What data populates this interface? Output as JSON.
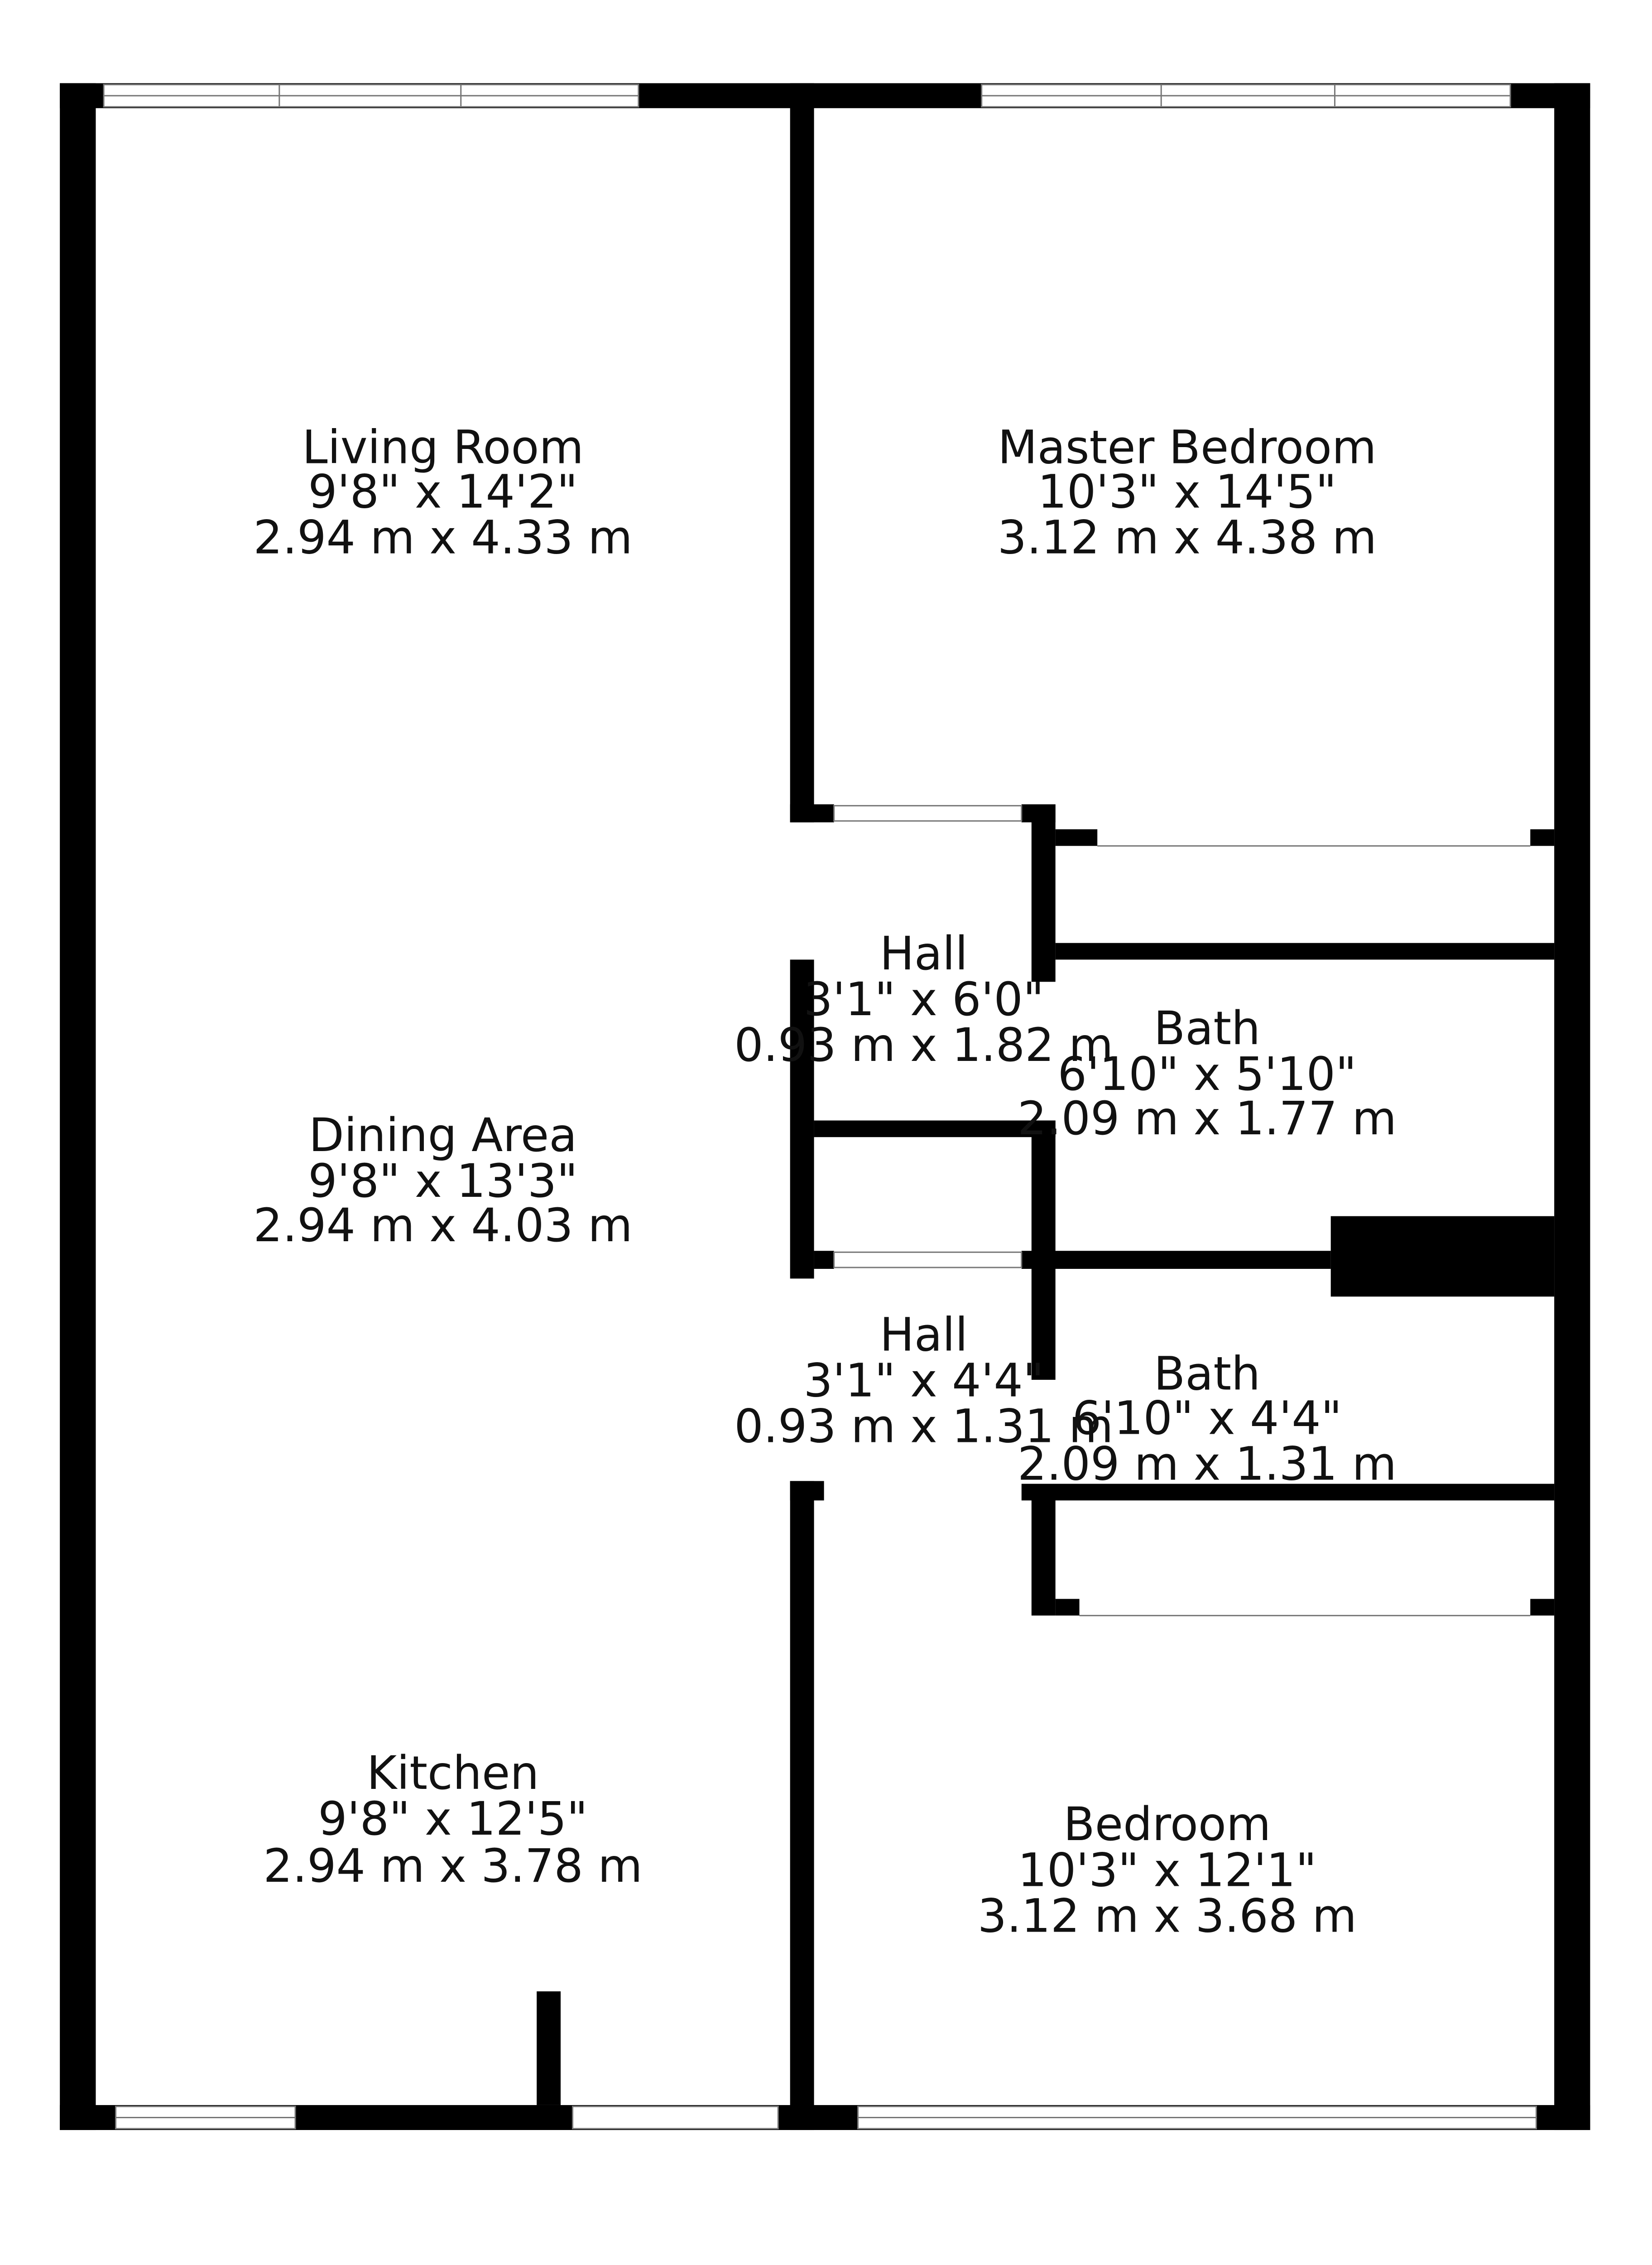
{
  "colors": {
    "wall": "#000000",
    "background": "#ffffff",
    "window": "#ffffff"
  },
  "rooms": [
    {
      "name": "Living Room",
      "imperial": "9'8\" x 14'2\"",
      "metric": "2.94 m x 4.33 m"
    },
    {
      "name": "Master Bedroom",
      "imperial": "10'3\" x 14'5\"",
      "metric": "3.12 m x 4.38 m"
    },
    {
      "name": "Hall",
      "imperial": "3'1\" x 6'0\"",
      "metric": "0.93 m x 1.82 m"
    },
    {
      "name": "Bath",
      "imperial": "6'10\" x 5'10\"",
      "metric": "2.09 m x 1.77 m"
    },
    {
      "name": "Dining Area",
      "imperial": "9'8\" x 13'3\"",
      "metric": "2.94 m x 4.03 m"
    },
    {
      "name": "Hall",
      "imperial": "3'1\" x 4'4\"",
      "metric": "0.93 m x 1.31 m"
    },
    {
      "name": "Bath",
      "imperial": "6'10\" x 4'4\"",
      "metric": "2.09 m x 1.31 m"
    },
    {
      "name": "Kitchen",
      "imperial": "9'8\" x 12'5\"",
      "metric": "2.94 m x 3.78 m"
    },
    {
      "name": "Bedroom",
      "imperial": "10'3\" x 12'1\"",
      "metric": "3.12 m x 3.68 m"
    }
  ]
}
